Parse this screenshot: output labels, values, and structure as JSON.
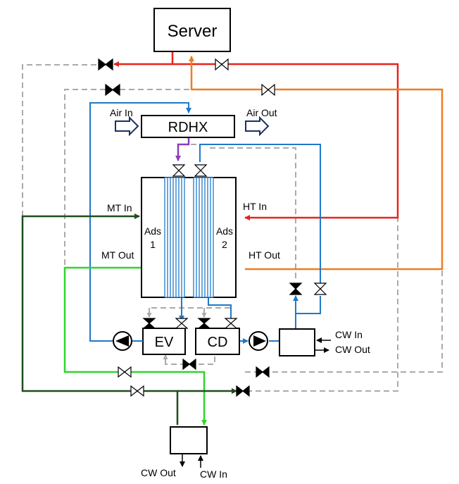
{
  "colors": {
    "hot": "#e8231c",
    "hot_return": "#f07c1e",
    "blue": "#1f78c8",
    "purple": "#8a3db8",
    "green": "#2fd62f",
    "dark_green": "#1e4d1e",
    "grey_dashed": "#aaaaaa",
    "dark_navy": "#1a2f66"
  },
  "labels": {
    "server": "Server",
    "rdhx": "RDHX",
    "air_in": "Air In",
    "air_out": "Air Out",
    "mt_in": "MT In",
    "mt_out": "MT Out",
    "ht_in": "HT In",
    "ht_out": "HT Out",
    "ads1_line1": "Ads",
    "ads1_line2": "1",
    "ads2_line1": "Ads",
    "ads2_line2": "2",
    "ev": "EV",
    "cd": "CD",
    "cw_in_right": "CW In",
    "cw_out_right": "CW Out",
    "cw_out_bottom": "CW Out",
    "cw_in_bottom": "CW In"
  },
  "icons": {
    "valve": "bowtie-valve-icon",
    "pump": "pump-icon",
    "air_arrow": "hollow-arrow-icon"
  }
}
